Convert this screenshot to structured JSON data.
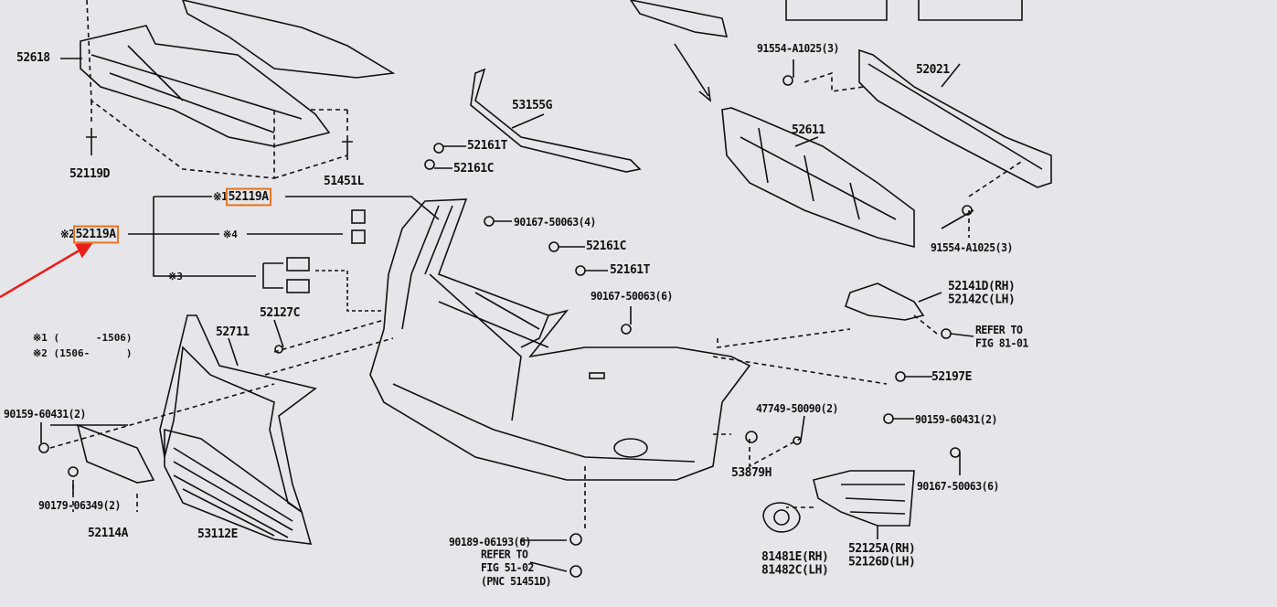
{
  "legend": {
    "note1": "※1 (      -1506)",
    "note2": "※2 (1506-      )",
    "mark3": "※3",
    "mark4": "※4",
    "mark1": "※1",
    "mark2": "※2"
  },
  "parts": {
    "p52618": "52618",
    "p52119D": "52119D",
    "p51451L": "51451L",
    "p52119A_1": "52119A",
    "p52119A_2": "52119A",
    "p53155G": "53155G",
    "p52161T_a": "52161T",
    "p52161C_a": "52161C",
    "p90167_4": "90167-50063(4)",
    "p52161C_b": "52161C",
    "p52161T_b": "52161T",
    "p90167_6a": "90167-50063(6)",
    "p52127C": "52127C",
    "p52711": "52711",
    "p90159_l": "90159-60431(2)",
    "p90179": "90179-06349(2)",
    "p52114A": "52114A",
    "p53112E": "53112E",
    "p91554_top": "91554-A1025(3)",
    "p52021": "52021",
    "p52611": "52611",
    "p91554_bot": "91554-A1025(3)",
    "p52141D": "52141D(RH)",
    "p52142C": "52142C(LH)",
    "refer81_1": "REFER TO",
    "refer81_2": "FIG 81-01",
    "p52197E": "52197E",
    "p47749": "47749-50090(2)",
    "p90159_r": "90159-60431(2)",
    "p53879H": "53879H",
    "p90167_6b": "90167-50063(6)",
    "p81481E": "81481E(RH)",
    "p81482C": "81482C(LH)",
    "p52125A": "52125A(RH)",
    "p52126D": "52126D(LH)",
    "p90189": "90189-06193(6)",
    "refer51_1": "REFER TO",
    "refer51_2": "FIG 51-02",
    "refer51_3": "(PNC 51451D)"
  },
  "colors": {
    "highlight": "#e87722",
    "arrow": "#e8201a",
    "background": "#e6e6ea"
  }
}
